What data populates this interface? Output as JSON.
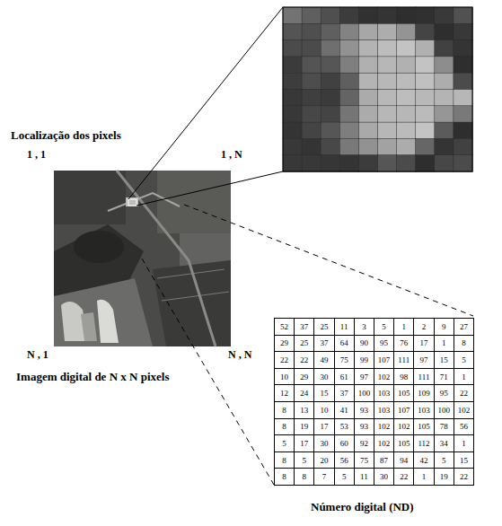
{
  "diagram": {
    "labels": [
      "Localização dos pixels",
      "1 , 1",
      "1 , N",
      "N , 1",
      "N , N",
      "Imagem digital de N x N pixels",
      "52",
      "37",
      "25",
      "11",
      "3",
      "5",
      "1",
      "2",
      "9",
      "27",
      "29",
      "25",
      "37",
      "64",
      "90",
      "95",
      "76",
      "17",
      "1",
      "8",
      "22",
      "22",
      "49",
      "75",
      "99",
      "107",
      "111",
      "97",
      "15",
      "5",
      "10",
      "29",
      "30",
      "61",
      "97",
      "102",
      "98",
      "111",
      "71",
      "1",
      "12",
      "24",
      "15",
      "37",
      "100",
      "103",
      "105",
      "109",
      "95",
      "22",
      "8",
      "13",
      "10",
      "41",
      "93",
      "103",
      "107",
      "103",
      "100",
      "102",
      "8",
      "19",
      "17",
      "53",
      "93",
      "102",
      "102",
      "105",
      "78",
      "56",
      "5",
      "17",
      "30",
      "60",
      "92",
      "102",
      "105",
      "112",
      "34",
      "1",
      "8",
      "5",
      "20",
      "56",
      "75",
      "87",
      "94",
      "42",
      "5",
      "15",
      "8",
      "8",
      "7",
      "5",
      "11",
      "30",
      "22",
      "1",
      "19",
      "22",
      "Número digital (ND)"
    ]
  }
}
